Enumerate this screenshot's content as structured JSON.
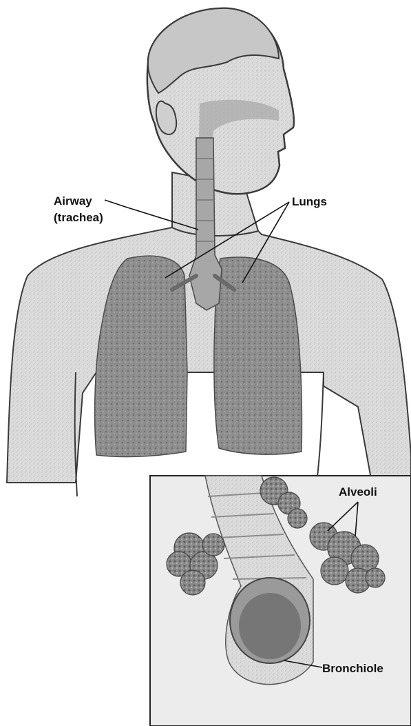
{
  "labels": {
    "airway_line1": "Airway",
    "airway_line2": "(trachea)",
    "lungs": "Lungs",
    "alveoli": "Alveoli",
    "bronchiole": "Bronchiole"
  },
  "colors": {
    "background": "#ffffff",
    "skin": "#d9d9d9",
    "outline": "#3a3a3a",
    "lung_fill": "#8e8e8e",
    "airway_fill": "#a9a9a9",
    "inset_border": "#222222",
    "alveoli_fill": "#7f7f7f"
  }
}
